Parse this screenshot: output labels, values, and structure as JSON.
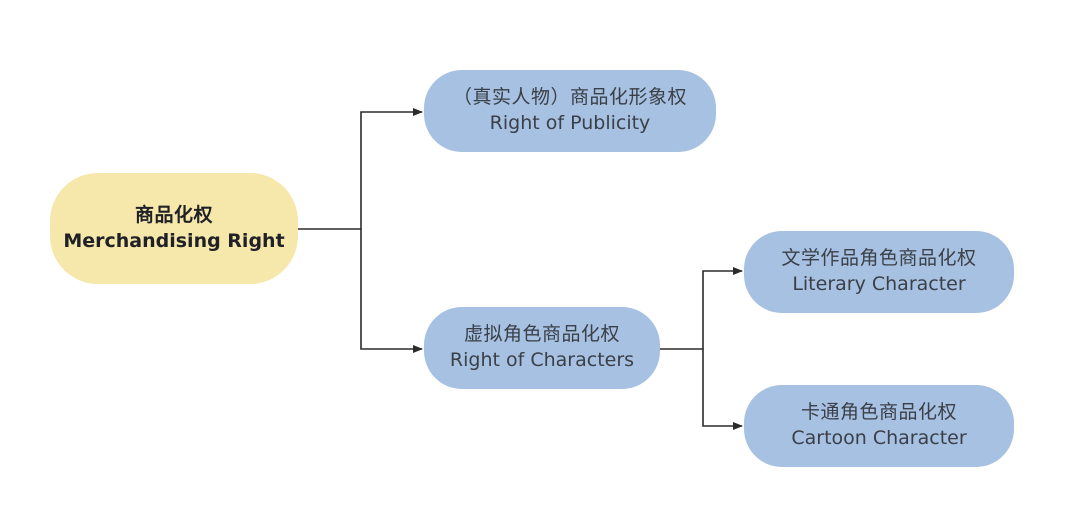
{
  "colors": {
    "root_fill": "#f6e7ab",
    "branch_fill": "#a6c1e1",
    "connector": "#2b2b2b"
  },
  "nodes": {
    "root": {
      "zh": "商品化权",
      "en": "Merchandising Right"
    },
    "publicity": {
      "zh": "（真实人物）商品化形象权",
      "en": "Right of Publicity"
    },
    "characters": {
      "zh": "虚拟角色商品化权",
      "en": "Right of Characters"
    },
    "literary": {
      "zh": "文学作品角色商品化权",
      "en": "Literary Character"
    },
    "cartoon": {
      "zh": "卡通角色商品化权",
      "en": "Cartoon Character"
    }
  },
  "edges": [
    {
      "from": "root",
      "to": "publicity"
    },
    {
      "from": "root",
      "to": "characters"
    },
    {
      "from": "characters",
      "to": "literary"
    },
    {
      "from": "characters",
      "to": "cartoon"
    }
  ]
}
